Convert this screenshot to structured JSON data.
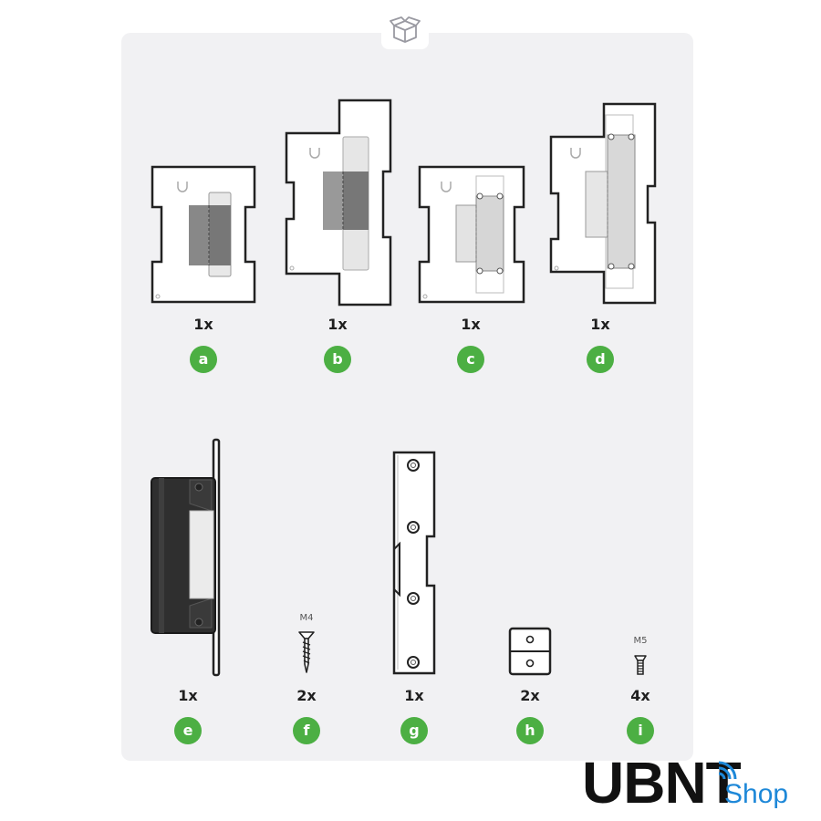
{
  "items": [
    {
      "id": "a",
      "qty": "1x",
      "letter": "a"
    },
    {
      "id": "b",
      "qty": "1x",
      "letter": "b"
    },
    {
      "id": "c",
      "qty": "1x",
      "letter": "c"
    },
    {
      "id": "d",
      "qty": "1x",
      "letter": "d"
    },
    {
      "id": "e",
      "qty": "1x",
      "letter": "e"
    },
    {
      "id": "f",
      "qty": "2x",
      "letter": "f",
      "size": "M4"
    },
    {
      "id": "g",
      "qty": "1x",
      "letter": "g"
    },
    {
      "id": "h",
      "qty": "2x",
      "letter": "h"
    },
    {
      "id": "i",
      "qty": "4x",
      "letter": "i",
      "size": "M5"
    }
  ],
  "logo": {
    "brand": "UBNT",
    "suffix": "Shop",
    "brand_color": "#111111",
    "suffix_color": "#1e88d8"
  },
  "colors": {
    "panel": "#f1f1f3",
    "badge_green": "#4caf43",
    "plate_outline": "#222222"
  },
  "icons": {
    "header": "box-icon"
  }
}
